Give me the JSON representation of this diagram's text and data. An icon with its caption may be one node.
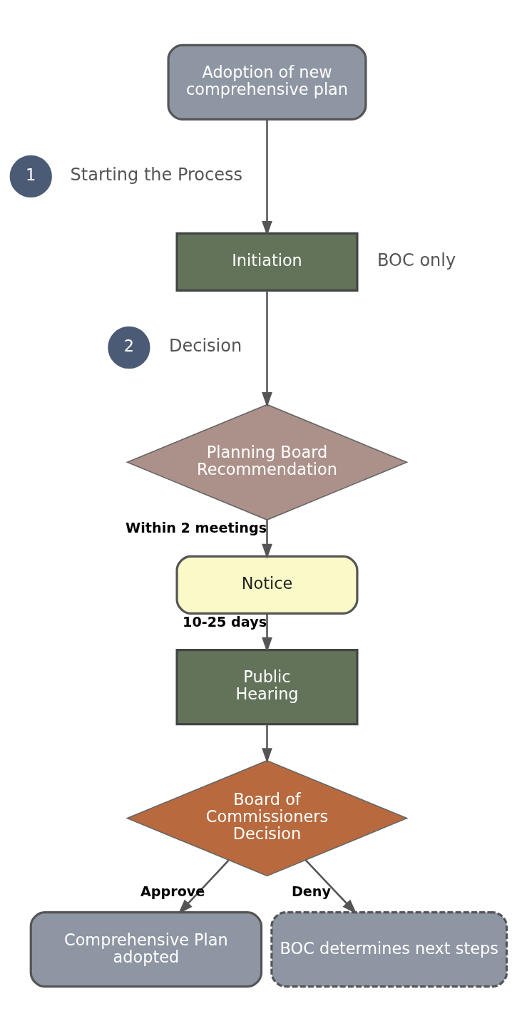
{
  "diagram": {
    "nodes": [
      {
        "text": [
          "Adoption of new comprehensive plan"
        ]
      },
      {
        "text": [
          "1"
        ],
        "beside": [
          "Starting the Process"
        ]
      },
      {
        "text": [
          "Initiation"
        ],
        "beside": [
          "BOC only"
        ]
      },
      {
        "text": [
          "2"
        ],
        "beside": [
          "Decision"
        ]
      },
      {
        "text": [
          "Planning Board Recommendation"
        ]
      },
      {
        "text": [
          "Notice"
        ]
      },
      {
        "text": [
          "Public Hearing"
        ]
      },
      {
        "text": [
          "Board of Commissioners Decision"
        ]
      },
      {
        "text": [
          "Comprehensive Plan adopted"
        ]
      },
      {
        "text": [
          "BOC determines next steps"
        ]
      }
    ],
    "edges": [
      {
        "from": 0,
        "to": 2,
        "arrow": "to"
      },
      {
        "from": 2,
        "to": 4,
        "arrow": "to"
      },
      {
        "from": 4,
        "to": 5,
        "label": "Within 2 meetings",
        "arrow": "to"
      },
      {
        "from": 5,
        "to": 6,
        "label": "10-25 days",
        "arrow": "to"
      },
      {
        "from": 6,
        "to": 7,
        "arrow": "to"
      },
      {
        "from": 7,
        "to": 8,
        "label": "Approve",
        "arrow": "to"
      },
      {
        "from": 7,
        "to": 9,
        "label": "Deny",
        "arrow": "to"
      }
    ]
  }
}
